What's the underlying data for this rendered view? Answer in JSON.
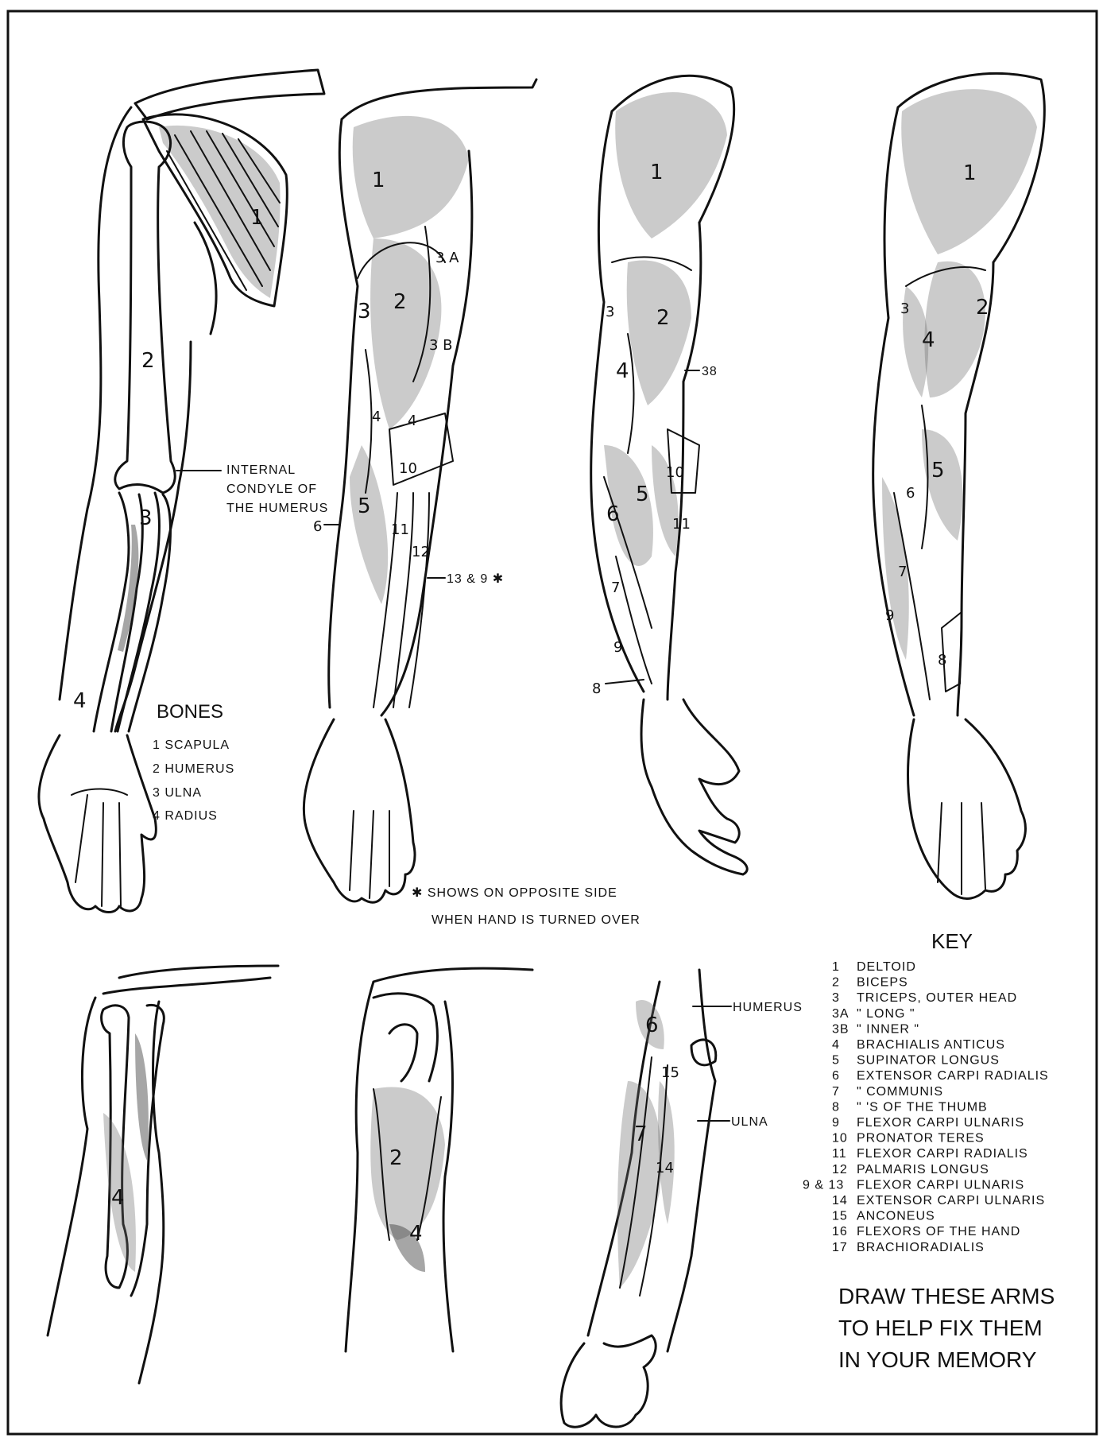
{
  "figures": {
    "fig1": {
      "labels": [
        "1",
        "2",
        "3",
        "4"
      ]
    },
    "fig2": {
      "labels": [
        "1",
        "2",
        "3",
        "3\nA",
        "3\nB",
        "4",
        "4",
        "10",
        "5",
        "11",
        "12",
        "6",
        "13 & 9 ✱"
      ]
    },
    "fig3": {
      "labels": [
        "1",
        "2",
        "3",
        "4",
        "38",
        "10",
        "5",
        "11",
        "6",
        "7",
        "9",
        "8"
      ]
    },
    "fig4": {
      "labels": [
        "1",
        "2",
        "3",
        "4",
        "5",
        "6",
        "7",
        "9",
        "8"
      ]
    },
    "fig5": {
      "labels": [
        "4"
      ]
    },
    "fig6": {
      "labels": [
        "2",
        "4"
      ]
    },
    "fig7": {
      "labels": [
        "6",
        "15",
        "7",
        "14"
      ]
    }
  },
  "annotations": {
    "condyle": [
      "INTERNAL",
      "CONDYLE OF",
      "THE HUMERUS"
    ],
    "marker_13_9": "13 & 9 ✱",
    "marker_38": "38",
    "humerus": "HUMERUS",
    "ulna": "ULNA",
    "asterisk_note": [
      "✱ SHOWS ON OPPOSITE SIDE",
      "WHEN HAND IS TURNED OVER"
    ]
  },
  "bones": {
    "title": "BONES",
    "items": [
      "1 SCAPULA",
      "2 HUMERUS",
      "3 ULNA",
      "4 RADIUS"
    ]
  },
  "key": {
    "title": "KEY",
    "items": [
      {
        "num": "1",
        "name": "DELTOID"
      },
      {
        "num": "2",
        "name": "BICEPS"
      },
      {
        "num": "3",
        "name": "TRICEPS, OUTER HEAD"
      },
      {
        "num": "3A",
        "name": "\"      LONG      \""
      },
      {
        "num": "3B",
        "name": "\"      INNER     \""
      },
      {
        "num": "4",
        "name": "BRACHIALIS ANTICUS"
      },
      {
        "num": "5",
        "name": "SUPINATOR LONGUS"
      },
      {
        "num": "6",
        "name": "EXTENSOR CARPI RADIALIS"
      },
      {
        "num": "7",
        "name": "\"          COMMUNIS"
      },
      {
        "num": "8",
        "name": "\"        'S OF THE THUMB"
      },
      {
        "num": "9",
        "name": "FLEXOR CARPI ULNARIS"
      },
      {
        "num": "10",
        "name": "PRONATOR TERES"
      },
      {
        "num": "11",
        "name": "FLEXOR CARPI RADIALIS"
      },
      {
        "num": "12",
        "name": "PALMARIS LONGUS"
      },
      {
        "num": "9 & 13",
        "name": "FLEXOR CARPI ULNARIS"
      },
      {
        "num": "14",
        "name": "EXTENSOR CARPI ULNARIS"
      },
      {
        "num": "15",
        "name": "ANCONEUS"
      },
      {
        "num": "16",
        "name": "FLEXORS OF THE HAND"
      },
      {
        "num": "17",
        "name": "BRACHIORADIALIS"
      }
    ]
  },
  "instruction": [
    "DRAW THESE ARMS",
    "TO HELP FIX THEM",
    "IN YOUR MEMORY"
  ]
}
